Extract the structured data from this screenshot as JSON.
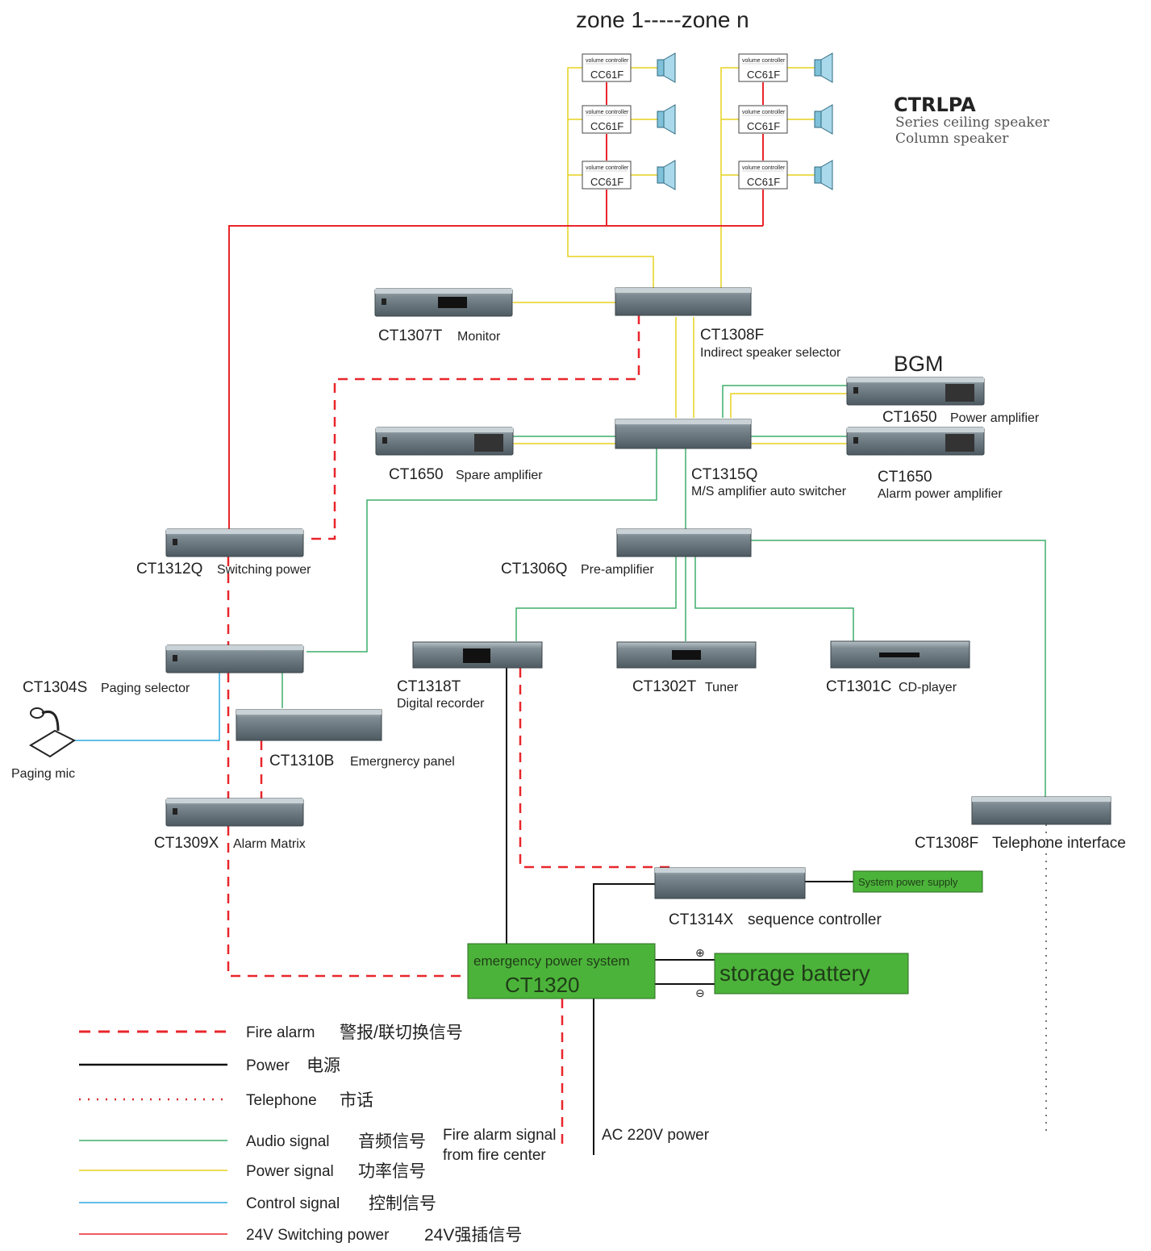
{
  "zones": {
    "title": "zone 1-----zone n"
  },
  "speaker_controllers": {
    "small_label": "volume controller",
    "model": "CC61F"
  },
  "ctrlpa": {
    "brand": "CTRLPA",
    "line1": "Series ceiling speaker",
    "line2": "Column speaker"
  },
  "devices": {
    "ct1307t": {
      "model": "CT1307T",
      "desc": "Monitor"
    },
    "ct1308f_selector": {
      "model": "CT1308F",
      "desc": "Indirect speaker selector"
    },
    "bgm": {
      "label": "BGM"
    },
    "ct1650_power": {
      "model": "CT1650",
      "desc": "Power amplifier"
    },
    "ct1650_spare": {
      "model": "CT1650",
      "desc": "Spare amplifier"
    },
    "ct1315q": {
      "model": "CT1315Q",
      "desc": "M/S amplifier auto switcher"
    },
    "ct1650_alarm": {
      "model": "CT1650",
      "desc": "Alarm power amplifier"
    },
    "ct1312q": {
      "model": "CT1312Q",
      "desc": "Switching power"
    },
    "ct1306q": {
      "model": "CT1306Q",
      "desc": "Pre-amplifier"
    },
    "ct1304s": {
      "model": "CT1304S",
      "desc": "Paging selector"
    },
    "ct1318t": {
      "model": "CT1318T",
      "desc": "Digital recorder"
    },
    "ct1302t": {
      "model": "CT1302T",
      "desc": "Tuner"
    },
    "ct1301c": {
      "model": "CT1301C",
      "desc": "CD-player"
    },
    "paging_mic": {
      "label": "Paging mic"
    },
    "ct1310b": {
      "model": "CT1310B",
      "desc": "Emergnercy panel"
    },
    "ct1309x": {
      "model": "CT1309X",
      "desc": "Alarm Matrix"
    },
    "ct1308f_tel": {
      "model": "CT1308F",
      "desc": "Telephone interface"
    },
    "system_power": {
      "label": "System power supply"
    },
    "ct1314x": {
      "model": "CT1314X",
      "desc": "sequence controller"
    },
    "ct1320": {
      "line1": "emergency power system",
      "line2": "CT1320"
    },
    "battery": {
      "label": "storage battery",
      "plus": "⊕",
      "minus": "⊖"
    }
  },
  "annotations": {
    "fire_alarm_line1": "Fire alarm signal",
    "fire_alarm_line2": "from fire center",
    "ac_power": "AC 220V power"
  },
  "legend": [
    {
      "en": "Fire alarm",
      "zh": "警报/联切换信号",
      "color": "#e8262b",
      "style": "dash"
    },
    {
      "en": "Power",
      "zh": "电源",
      "color": "#111111",
      "style": "solid"
    },
    {
      "en": "Telephone",
      "zh": "市话",
      "color": "#d12a2a",
      "style": "dot"
    },
    {
      "en": "Audio signal",
      "zh": "音频信号",
      "color": "#3fae6a",
      "style": "solid"
    },
    {
      "en": "Power signal",
      "zh": "功率信号",
      "color": "#e7d21f",
      "style": "solid"
    },
    {
      "en": "Control signal",
      "zh": "控制信号",
      "color": "#2ba8e0",
      "style": "solid"
    },
    {
      "en": "24V Switching power",
      "zh": "24V强插信号",
      "color": "#e8262b",
      "style": "solid"
    }
  ],
  "colors": {
    "fire": "#e8262b",
    "power": "#111111",
    "audio": "#3fae6a",
    "power_signal": "#e7d21f",
    "control": "#2ba8e0",
    "green_box": "#4cb33a"
  }
}
